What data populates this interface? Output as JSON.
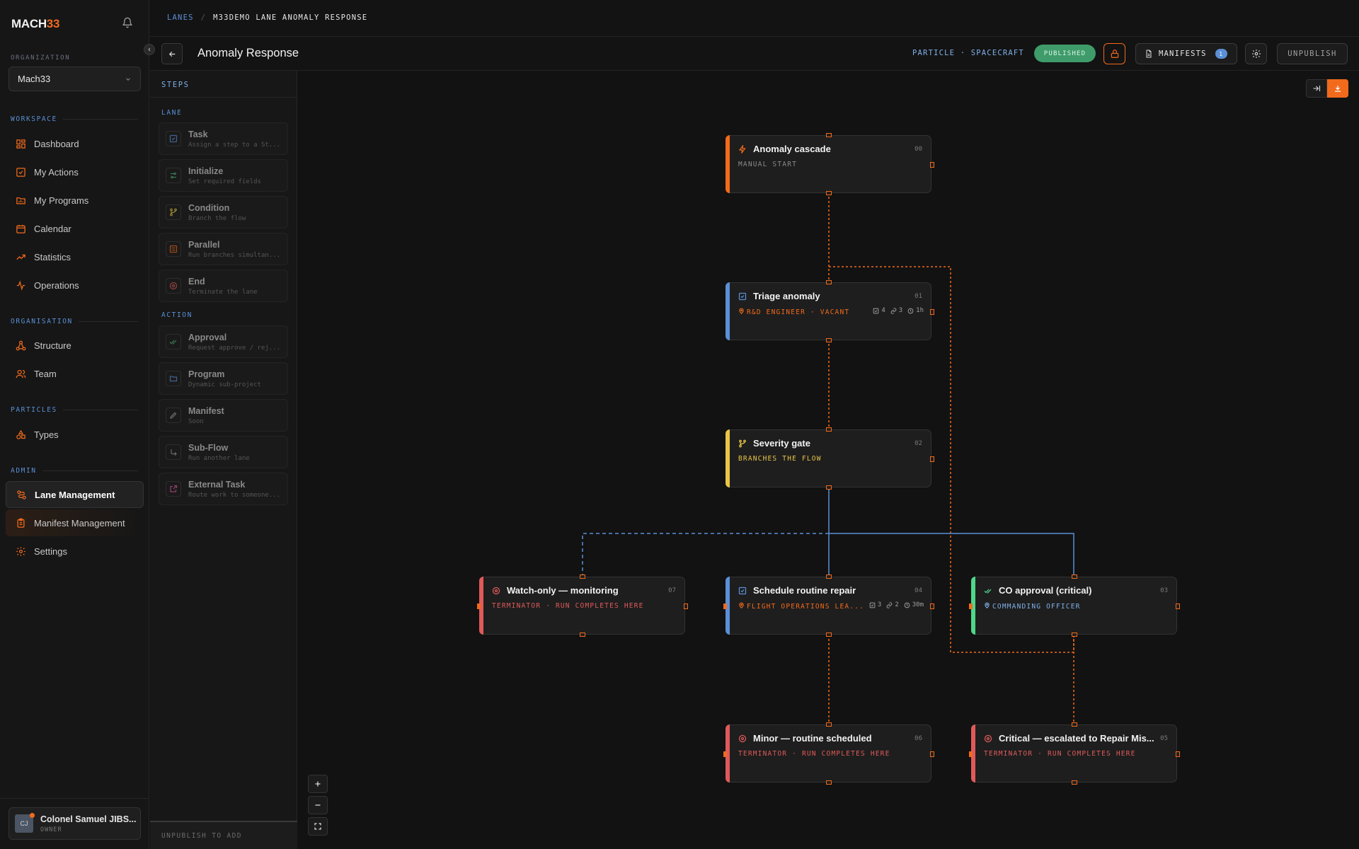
{
  "brand": {
    "logo_text": "MACH",
    "logo_accent": "33",
    "accent_color": "#f26a1b"
  },
  "sidebar": {
    "org_label": "ORGANIZATION",
    "org_value": "Mach33",
    "groups": {
      "workspace": "WORKSPACE",
      "organisation": "ORGANISATION",
      "particles": "PARTICLES",
      "admin": "ADMIN"
    },
    "items": [
      {
        "label": "Dashboard",
        "icon": "dashboard-icon"
      },
      {
        "label": "My Actions",
        "icon": "check-square-icon"
      },
      {
        "label": "My Programs",
        "icon": "folder-icon"
      },
      {
        "label": "Calendar",
        "icon": "calendar-icon"
      },
      {
        "label": "Statistics",
        "icon": "trend-icon"
      },
      {
        "label": "Operations",
        "icon": "pulse-icon"
      },
      {
        "label": "Structure",
        "icon": "network-icon"
      },
      {
        "label": "Team",
        "icon": "users-icon"
      },
      {
        "label": "Types",
        "icon": "shapes-icon"
      },
      {
        "label": "Lane Management",
        "icon": "lanes-icon"
      },
      {
        "label": "Manifest Management",
        "icon": "clipboard-icon"
      },
      {
        "label": "Settings",
        "icon": "gear-icon"
      }
    ],
    "user": {
      "initials": "CJ",
      "name": "Colonel Samuel JIBS...",
      "role": "OWNER"
    }
  },
  "breadcrumb": {
    "root": "LANES",
    "separator": "/",
    "current": "M33DEMO LANE ANOMALY RESPONSE"
  },
  "header": {
    "title": "Anomaly Response",
    "type_label": "PARTICLE · SPACECRAFT",
    "status": "PUBLISHED",
    "manifests_label": "MANIFESTS",
    "manifests_count": "1",
    "unpublish_label": "UNPUBLISH",
    "status_color": "#3f9b6a"
  },
  "steps_panel": {
    "title": "STEPS",
    "lane_label": "LANE",
    "action_label": "ACTION",
    "footer": "UNPUBLISH TO ADD",
    "lane_steps": [
      {
        "title": "Task",
        "desc": "Assign a step to a St...",
        "color": "#5b8fd6"
      },
      {
        "title": "Initialize",
        "desc": "Set required fields",
        "color": "#4fae7b"
      },
      {
        "title": "Condition",
        "desc": "Branch the flow",
        "color": "#e8c547"
      },
      {
        "title": "Parallel",
        "desc": "Run branches simultan...",
        "color": "#f26a1b"
      },
      {
        "title": "End",
        "desc": "Terminate the lane",
        "color": "#e05a5a"
      }
    ],
    "action_steps": [
      {
        "title": "Approval",
        "desc": "Request approve / rej...",
        "color": "#4fae7b"
      },
      {
        "title": "Program",
        "desc": "Dynamic sub-project",
        "color": "#5b8fd6"
      },
      {
        "title": "Manifest",
        "desc": "Soon",
        "color": "#9a9a9a"
      },
      {
        "title": "Sub-Flow",
        "desc": "Run another lane",
        "color": "#9a9a9a"
      },
      {
        "title": "External Task",
        "desc": "Route work to someone...",
        "color": "#d65b9a"
      }
    ]
  },
  "nodes": {
    "n00": {
      "title": "Anomaly cascade",
      "num": "00",
      "sub": "MANUAL START",
      "color": "#f26a1b",
      "sub_color": "#8a8a8a",
      "icon": "bolt-icon"
    },
    "n01": {
      "title": "Triage anomaly",
      "num": "01",
      "sub": "R&D ENGINEER · VACANT",
      "color": "#5b8fd6",
      "sub_color": "#f26a1b",
      "icon": "check-square-icon",
      "m_checks": "4",
      "m_links": "3",
      "m_time": "1h"
    },
    "n02": {
      "title": "Severity gate",
      "num": "02",
      "sub": "BRANCHES THE FLOW",
      "color": "#e8c547",
      "sub_color": "#e8c547",
      "icon": "branch-icon"
    },
    "n07": {
      "title": "Watch-only — monitoring",
      "num": "07",
      "sub": "TERMINATOR · RUN COMPLETES HERE",
      "color": "#e05a5a",
      "sub_color": "#e05a5a",
      "icon": "target-icon"
    },
    "n04": {
      "title": "Schedule routine repair",
      "num": "04",
      "sub": "FLIGHT OPERATIONS LEA...",
      "color": "#5b8fd6",
      "sub_color": "#f26a1b",
      "icon": "check-square-icon",
      "m_checks": "3",
      "m_links": "2",
      "m_time": "30m"
    },
    "n03": {
      "title": "CO approval (critical)",
      "num": "03",
      "sub": "COMMANDING OFFICER",
      "color": "#4fd68a",
      "sub_color": "#7fb0e8",
      "icon": "double-check-icon"
    },
    "n06": {
      "title": "Minor — routine scheduled",
      "num": "06",
      "sub": "TERMINATOR · RUN COMPLETES HERE",
      "color": "#e05a5a",
      "sub_color": "#e05a5a",
      "icon": "target-icon"
    },
    "n05": {
      "title": "Critical — escalated to Repair Mis...",
      "num": "05",
      "sub": "TERMINATOR · RUN COMPLETES HERE",
      "color": "#e05a5a",
      "sub_color": "#e05a5a",
      "icon": "target-icon"
    }
  }
}
